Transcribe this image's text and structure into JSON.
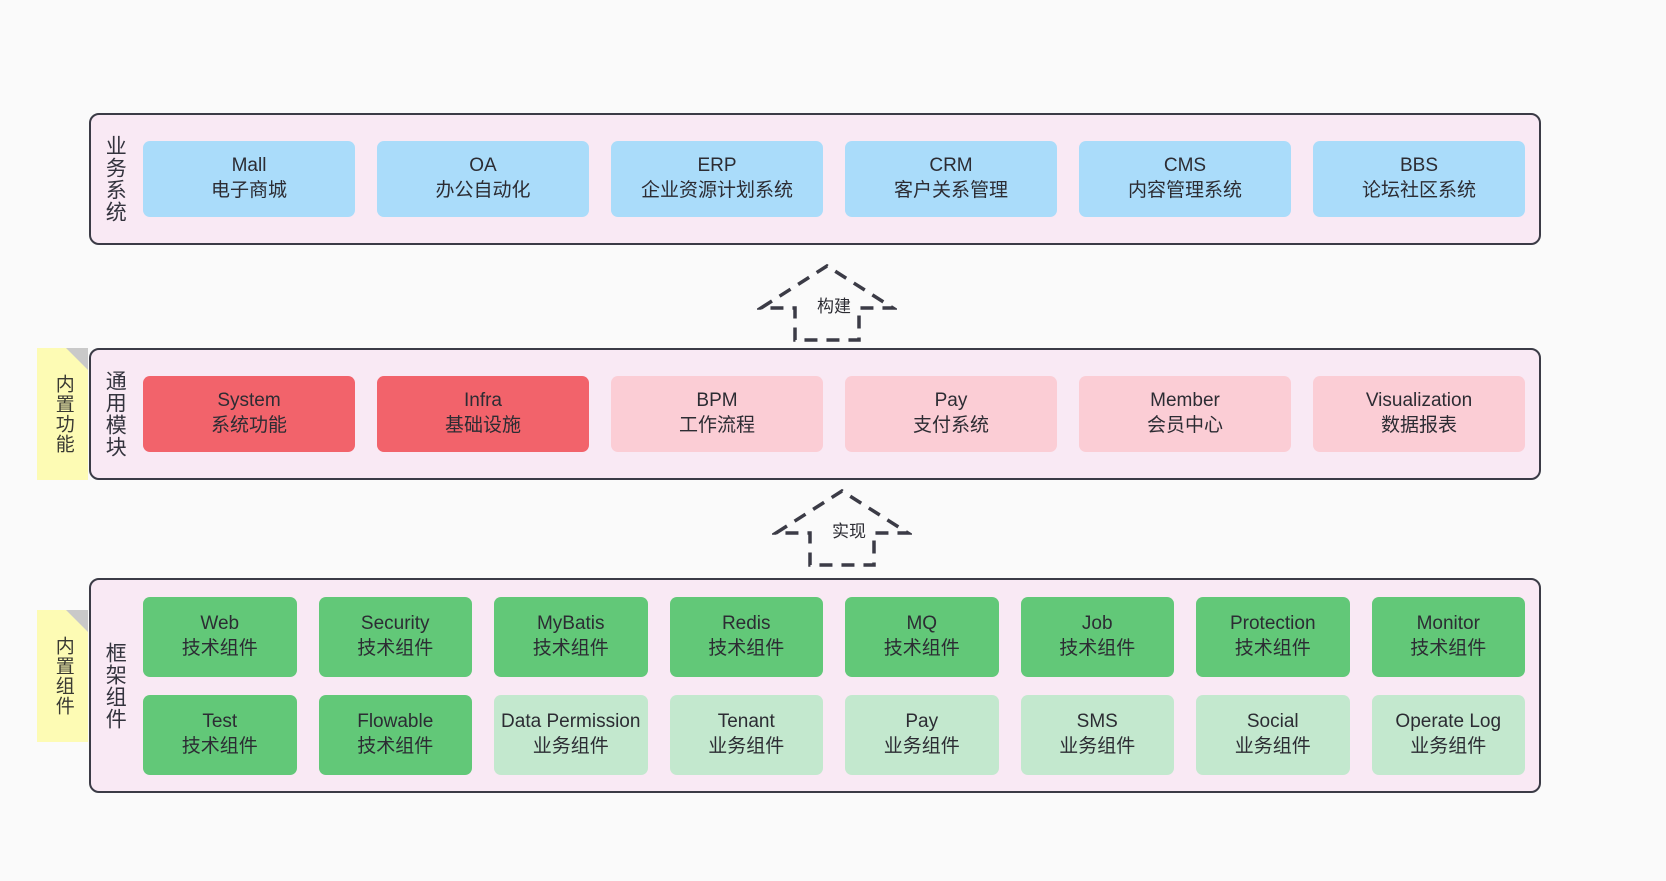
{
  "canvas": {
    "background": "#fafafa",
    "layer_fill": "#f9e9f4",
    "layer_border": "#3b3b46",
    "sticky_fill": "#fdfbb4"
  },
  "layers": [
    {
      "key": "business",
      "label": "业务系统",
      "rows": [
        {
          "cards": [
            {
              "title": "Mall",
              "subtitle": "电子商城",
              "color": "#aadcfa"
            },
            {
              "title": "OA",
              "subtitle": "办公自动化",
              "color": "#aadcfa"
            },
            {
              "title": "ERP",
              "subtitle": "企业资源计划系统",
              "color": "#aadcfa"
            },
            {
              "title": "CRM",
              "subtitle": "客户关系管理",
              "color": "#aadcfa"
            },
            {
              "title": "CMS",
              "subtitle": "内容管理系统",
              "color": "#aadcfa"
            },
            {
              "title": "BBS",
              "subtitle": "论坛社区系统",
              "color": "#aadcfa"
            }
          ]
        }
      ]
    },
    {
      "key": "common",
      "label": "通用模块",
      "sticky": "内置功能",
      "rows": [
        {
          "cards": [
            {
              "title": "System",
              "subtitle": "系统功能",
              "color": "#f2636b"
            },
            {
              "title": "Infra",
              "subtitle": "基础设施",
              "color": "#f2636b"
            },
            {
              "title": "BPM",
              "subtitle": "工作流程",
              "color": "#fbcdd5"
            },
            {
              "title": "Pay",
              "subtitle": "支付系统",
              "color": "#fbcdd5"
            },
            {
              "title": "Member",
              "subtitle": "会员中心",
              "color": "#fbcdd5"
            },
            {
              "title": "Visualization",
              "subtitle": "数据报表",
              "color": "#fbcdd5"
            }
          ]
        }
      ]
    },
    {
      "key": "framework",
      "label": "框架组件",
      "sticky": "内置组件",
      "rows": [
        {
          "cards": [
            {
              "title": "Web",
              "subtitle": "技术组件",
              "color": "#62c878"
            },
            {
              "title": "Security",
              "subtitle": "技术组件",
              "color": "#62c878"
            },
            {
              "title": "MyBatis",
              "subtitle": "技术组件",
              "color": "#62c878"
            },
            {
              "title": "Redis",
              "subtitle": "技术组件",
              "color": "#62c878"
            },
            {
              "title": "MQ",
              "subtitle": "技术组件",
              "color": "#62c878"
            },
            {
              "title": "Job",
              "subtitle": "技术组件",
              "color": "#62c878"
            },
            {
              "title": "Protection",
              "subtitle": "技术组件",
              "color": "#62c878"
            },
            {
              "title": "Monitor",
              "subtitle": "技术组件",
              "color": "#62c878"
            }
          ]
        },
        {
          "cards": [
            {
              "title": "Test",
              "subtitle": "技术组件",
              "color": "#62c878"
            },
            {
              "title": "Flowable",
              "subtitle": "技术组件",
              "color": "#62c878"
            },
            {
              "title": "Data Permission",
              "subtitle": "业务组件",
              "color": "#c3e8ce",
              "wrap": true
            },
            {
              "title": "Tenant",
              "subtitle": "业务组件",
              "color": "#c3e8ce"
            },
            {
              "title": "Pay",
              "subtitle": "业务组件",
              "color": "#c3e8ce"
            },
            {
              "title": "SMS",
              "subtitle": "业务组件",
              "color": "#c3e8ce"
            },
            {
              "title": "Social",
              "subtitle": "业务组件",
              "color": "#c3e8ce"
            },
            {
              "title": "Operate Log",
              "subtitle": "业务组件",
              "color": "#c3e8ce"
            }
          ]
        }
      ]
    }
  ],
  "arrows": [
    {
      "key": "build",
      "label": "构建"
    },
    {
      "key": "impl",
      "label": "实现"
    }
  ]
}
